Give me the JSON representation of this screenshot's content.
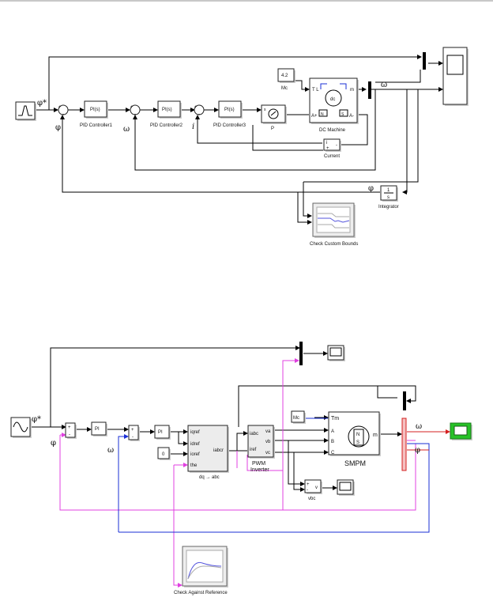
{
  "diagram1": {
    "pid1": {
      "text": "PI(s)",
      "label": "PID Controller1"
    },
    "pid2": {
      "text": "PI(s)",
      "label": "PID Controller2"
    },
    "pid3": {
      "text": "PI(s)",
      "label": "PID Controller3"
    },
    "const_value": "4.2",
    "const_label": "Mc",
    "dc_machine": {
      "label": "DC Machine",
      "tl": "T L",
      "m": "m",
      "dc": "dc",
      "aplus": "A+",
      "aminus": "A-"
    },
    "p_label": "P",
    "current": {
      "i": "i",
      "plus": "+",
      "minus": "-",
      "label": "Current"
    },
    "integrator": {
      "num": "1",
      "den": "s",
      "label": "Integrator"
    },
    "check_label": "Check Custom Bounds",
    "phi_star": "φ*",
    "phi": "φ",
    "omega": "ω",
    "i": "i"
  },
  "diagram2": {
    "pi": "PI",
    "dq": {
      "ports_in": [
        "iqref",
        "idref",
        "ioref",
        "the"
      ],
      "port_out": "iabcr",
      "label": "dq → abc"
    },
    "pwm": {
      "ports_in": [
        "iabc",
        "iref"
      ],
      "ports_out": [
        "va",
        "vb",
        "vc"
      ],
      "label1": "PWM",
      "label2": "Inverter"
    },
    "zero": "0",
    "mc": "Mc",
    "smpm": {
      "tm": "Tm",
      "a": "A",
      "b": "B",
      "c": "C",
      "m": "m",
      "n": "N",
      "s": "S",
      "label": "SMPM"
    },
    "vbc": {
      "plus": "+",
      "minus": "-",
      "v": "v",
      "label": "vbc"
    },
    "check_label": "Check Against Reference",
    "phi_star": "φ*",
    "phi": "φ",
    "omega": "ω",
    "colors": {
      "magenta": "#e040e0",
      "blue": "#1a2fd6",
      "red": "#d42020",
      "scope_green": "#27c227"
    }
  }
}
